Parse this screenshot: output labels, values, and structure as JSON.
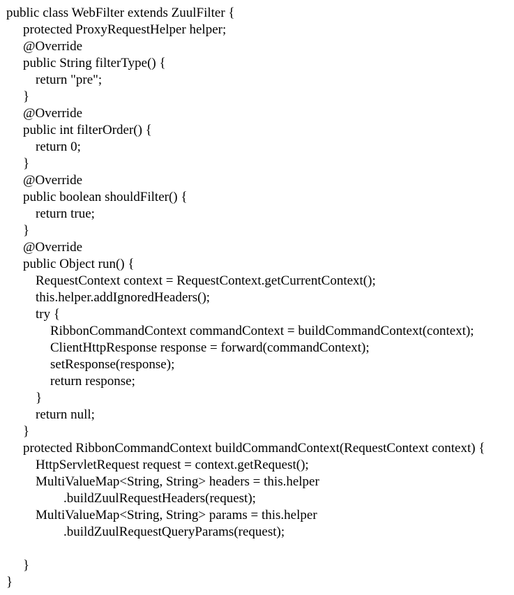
{
  "document": {
    "type": "code-listing",
    "language": "java",
    "background_color": "#ffffff",
    "text_color": "#000000"
  },
  "code": {
    "lines": [
      {
        "indent": 0,
        "text": "public class WebFilter extends ZuulFilter {"
      },
      {
        "indent": 1,
        "text": "protected ProxyRequestHelper helper;"
      },
      {
        "indent": 1,
        "text": "@Override"
      },
      {
        "indent": 1,
        "text": "public String filterType() {"
      },
      {
        "indent": 2,
        "text": "return \"pre\";"
      },
      {
        "indent": 1,
        "text": "}"
      },
      {
        "indent": 1,
        "text": "@Override"
      },
      {
        "indent": 1,
        "text": "public int filterOrder() {"
      },
      {
        "indent": 2,
        "text": "return 0;"
      },
      {
        "indent": 1,
        "text": "}"
      },
      {
        "indent": 1,
        "text": "@Override"
      },
      {
        "indent": 1,
        "text": "public boolean shouldFilter() {"
      },
      {
        "indent": 2,
        "text": "return true;"
      },
      {
        "indent": 1,
        "text": "}"
      },
      {
        "indent": 1,
        "text": "@Override"
      },
      {
        "indent": 1,
        "text": "public Object run() {"
      },
      {
        "indent": 2,
        "text": "RequestContext context = RequestContext.getCurrentContext();"
      },
      {
        "indent": 2,
        "text": "this.helper.addIgnoredHeaders();"
      },
      {
        "indent": 2,
        "text": "try {"
      },
      {
        "indent": 3,
        "text": "RibbonCommandContext commandContext = buildCommandContext(context);"
      },
      {
        "indent": 3,
        "text": "ClientHttpResponse response = forward(commandContext);"
      },
      {
        "indent": 3,
        "text": "setResponse(response);"
      },
      {
        "indent": 3,
        "text": "return response;"
      },
      {
        "indent": 2,
        "text": "}"
      },
      {
        "indent": 2,
        "text": "return null;"
      },
      {
        "indent": 1,
        "text": "}"
      },
      {
        "indent": 1,
        "text": "protected RibbonCommandContext buildCommandContext(RequestContext context) {"
      },
      {
        "indent": 2,
        "text": "HttpServletRequest request = context.getRequest();"
      },
      {
        "indent": 2,
        "text": "MultiValueMap<String, String> headers = this.helper"
      },
      {
        "indent": 4,
        "text": ".buildZuulRequestHeaders(request);"
      },
      {
        "indent": 2,
        "text": "MultiValueMap<String, String> params = this.helper"
      },
      {
        "indent": 4,
        "text": ".buildZuulRequestQueryParams(request);"
      },
      {
        "indent": 0,
        "text": ""
      },
      {
        "indent": 1,
        "text": "}"
      },
      {
        "indent": 0,
        "text": "}"
      }
    ]
  }
}
